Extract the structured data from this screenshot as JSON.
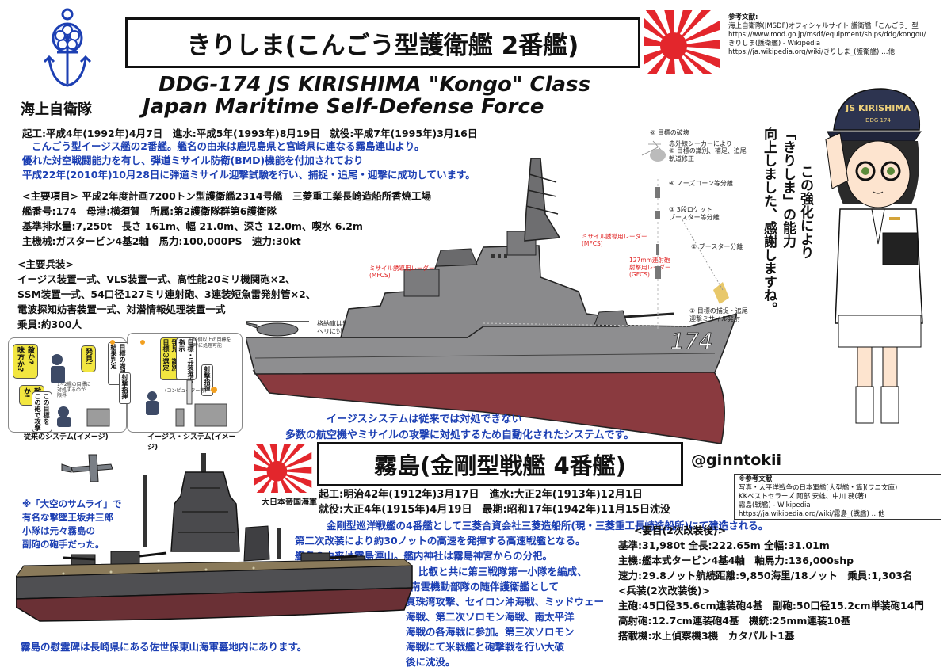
{
  "jmsdf": {
    "title": "きりしま(こんごう型護衛艦 2番艦)",
    "subtitle_en": "DDG-174  JS KIRISHIMA \"Kongo\" Class",
    "org_ja": "海上自衛隊",
    "org_en": "Japan Maritime Self-Defense Force",
    "dates": "起工:平成4年(1992年)4月7日　進水:平成5年(1993年)8月19日　就役:平成7年(1995年)3月16日",
    "desc": [
      "こんごう型イージス艦の2番艦。艦名の由来は鹿児島県と宮崎県に連なる霧島連山より。",
      "優れた対空戦闘能力を有し、弾道ミサイル防衛(BMD)機能を付加されており",
      "平成22年(2010年)10月28日に弾道ミサイル迎撃試験を行い、捕捉・追尾・迎撃に成功しています。"
    ],
    "main_items_heading": "<主要項目>",
    "main_items": [
      "平成2年度計画7200トン型護衛艦2314号艦　三菱重工業長崎造船所香焼工場",
      "艦番号:174　母港:横須賀　所属:第2護衛隊群第6護衛隊",
      "基準排水量:7,250t　長さ 161m、幅 21.0m、深さ 12.0m、喫水 6.2m",
      "主機械:ガスタービン4基2軸　馬力:100,000PS　速力:30kt"
    ],
    "weapons_heading": "<主要兵装>",
    "weapons": [
      "イージス装置一式、VLS装置一式、高性能20ミリ機関砲×2、",
      "SSM装置一式、54口径127ミリ連射砲、3連装短魚雷発射管×2、",
      "電波探知妨害装置一式、対潜情報処理装置一式"
    ],
    "crew": "乗員:約300人",
    "hull_number": "174",
    "aegis_caption": [
      "イージスシステムは従来では対処できない",
      "多数の航空機やミサイルの攻撃に対処するため自動化されたシステムです。"
    ],
    "heli_note": "格納庫は無いが、ヘリコプター甲板と\nヘリに対する給油機能を有している",
    "radar_labels": {
      "mfcs_left": "ミサイル誘導用レーダー\n(MFCS)",
      "mfcs_right": "ミサイル誘導用レーダー\n(MFCS)",
      "gfcs": "127mm連射砲\n射撃用レーダー\n(GFCS)"
    },
    "missile_stages": [
      "⑥ 目標の破壊",
      "⑤ 目標の識別、補足、追尾\n軌道修正",
      "赤外線シーカーにより",
      "④ ノーズコーン等分離",
      "③ 3段ロケット\nブースター等分離",
      "② ブースター分離",
      "① 目標の捕捉・追尾\n迎撃ミサイル発射"
    ],
    "chara_speech": "「きりしま」の能力\n向上しました、感謝しますね。",
    "chara_speech2": "この強化により",
    "cap_text": "JS KIRISHIMA",
    "cap_sub": "DDG 174",
    "ref_heading": "参考文献:",
    "references": [
      "海上自衛隊(JMSDF)オフィシャルサイト 護衛艦「こんごう」型",
      "https://www.mod.go.jp/msdf/equipment/ships/ddg/kongou/",
      "きりしま(護衛艦) - Wikipedia",
      "https://ja.wikipedia.org/wiki/きりしま_(護衛艦) …他"
    ],
    "old_system_caption": "従来のシステム(イメージ)",
    "aegis_system_caption": "イージス・システム(イメージ)",
    "old_bubbles": [
      "敵か?\n味方か?",
      "発見!",
      "敵か!",
      "この目標を\nこの砲で攻撃",
      "目標の識別\n結果判定",
      "射撃指揮"
    ],
    "aegis_bubbles": [
      "発見、識別\n目標の選定",
      "目標・兵装選択\n指示",
      "射撃指揮",
      "(コンピューター等)"
    ],
    "old_note": "1~2艦の目標に\n対処するのが\n限界",
    "aegis_note": "100個以上の目標を\n同時に処理可能"
  },
  "ijn": {
    "title": "霧島(金剛型戦艦 4番艦)",
    "navy_label": "大日本帝国海軍",
    "handle": "@ginntokii",
    "dates1": "起工:明治42年(1912年)3月17日　進水:大正2年(1913年)12月1日",
    "dates2": "就役:大正4年(1915年)4月19日　最期:昭和17年(1942年)11月15日沈没",
    "desc": [
      "金剛型巡洋戦艦の4番艦として三菱合資会社三菱造船所(現・三菱重工長崎造船所)にて建造される。",
      "第二次改装により約30ノットの高速を発揮する高速戦艦となる。",
      "艦名の由来は霧島連山。艦内神社は霧島神宮からの分祀。"
    ],
    "history": [
      "比叡と共に第三戦隊第一小隊を編成、",
      "南雲機動部隊の随伴護衛艦として",
      "真珠湾攻撃、セイロン沖海戦、ミッドウェー",
      "海戦、第二次ソロモン海戦、南太平洋",
      "海戦の各海戦に参加。第三次ソロモン",
      "海戦にて米戦艦と砲撃戦を行い大破",
      "後に沈没。"
    ],
    "samurai_note": "※「大空のサムライ」で\n有名な撃墜王坂井三郎\n小隊は元々霧島の\n副砲の砲手だった。",
    "memorial": "霧島の慰霊碑は長崎県にある佐世保東山海軍墓地内にあります。",
    "specs_heading": "<要目(2次改装後)>",
    "specs": [
      "基準:31,980t 全長:222.65m 全幅:31.01m",
      "主機:艦本式タービン4基4軸　軸馬力:136,000shp",
      "速力:29.8ノット航続距離:9,850海里/18ノット　乗員:1,303名"
    ],
    "arms_heading": "<兵装(2次改装後)>",
    "arms": [
      "主砲:45口径35.6cm連装砲4基　副砲:50口径15.2cm単装砲14門",
      "高射砲:12.7cm連装砲4基　機銃:25mm連装10基",
      "搭載機:水上偵察機3機　カタパルト1基"
    ],
    "ref_heading": "※参考文献",
    "references": [
      "写真・太平洋戦争の日本軍艦[大型艦・篇](ワニ文庫)",
      "KKベストセラーズ 阿部 安雄、中川 務(著)",
      "霧島(戦艦) - Wikipedia",
      "https://ja.wikipedia.org/wiki/霧島_(戦艦) …他"
    ]
  },
  "colors": {
    "rising_sun_red": "#e3262c",
    "text_blue": "#1c3fb3",
    "ship_gray": "#8e8e90",
    "hull_red": "#8a3a3f",
    "bubble_yellow": "#f2e640"
  }
}
